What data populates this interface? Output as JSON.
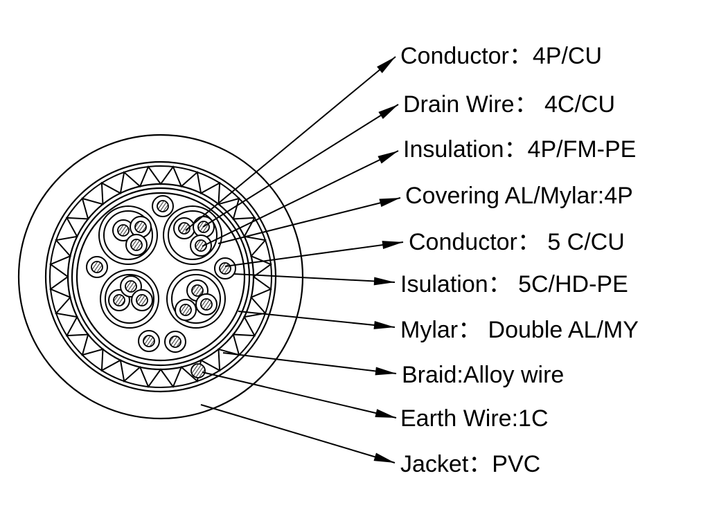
{
  "labels": [
    "Conductor：4P/CU",
    "Drain Wire： 4C/CU",
    "Insulation：4P/FM-PE",
    "Covering AL/Mylar:4P",
    "Conductor： 5 C/CU",
    "Isulation： 5C/HD-PE",
    "Mylar： Double AL/MY",
    "Braid:Alloy wire",
    "Earth Wire:1C",
    "Jacket：PVC"
  ],
  "colors": {
    "line": "#000000",
    "background": "#ffffff"
  }
}
